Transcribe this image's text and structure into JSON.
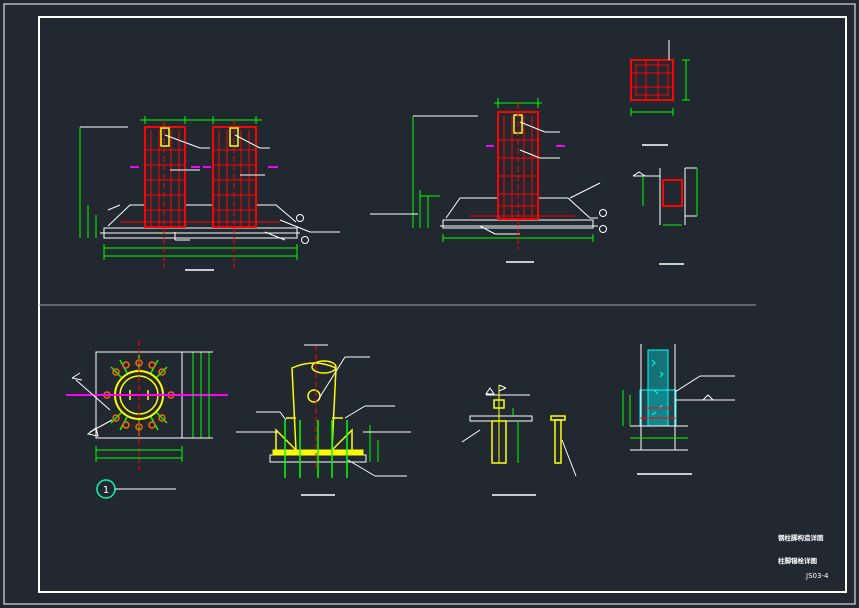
{
  "drawing": {
    "bubble_number": "1",
    "title_block": {
      "line_1": "钢柱脚构造详图",
      "line_2": "柱脚锚栓详图",
      "drawing_number": "JS03-4"
    }
  },
  "colors": {
    "background": "#212830",
    "frame": "#ffffff",
    "dimension": "#00ff00",
    "concrete": "#ff0000",
    "steel": "#ffff00",
    "highlight": "#ff00ff",
    "grout": "#00ffff",
    "bubble": "#00ffaa"
  },
  "icons": {
    "section_cut": "section-cut-icon",
    "elevation_mark": "elevation-mark-icon",
    "detail_bubble": "detail-bubble-icon"
  }
}
